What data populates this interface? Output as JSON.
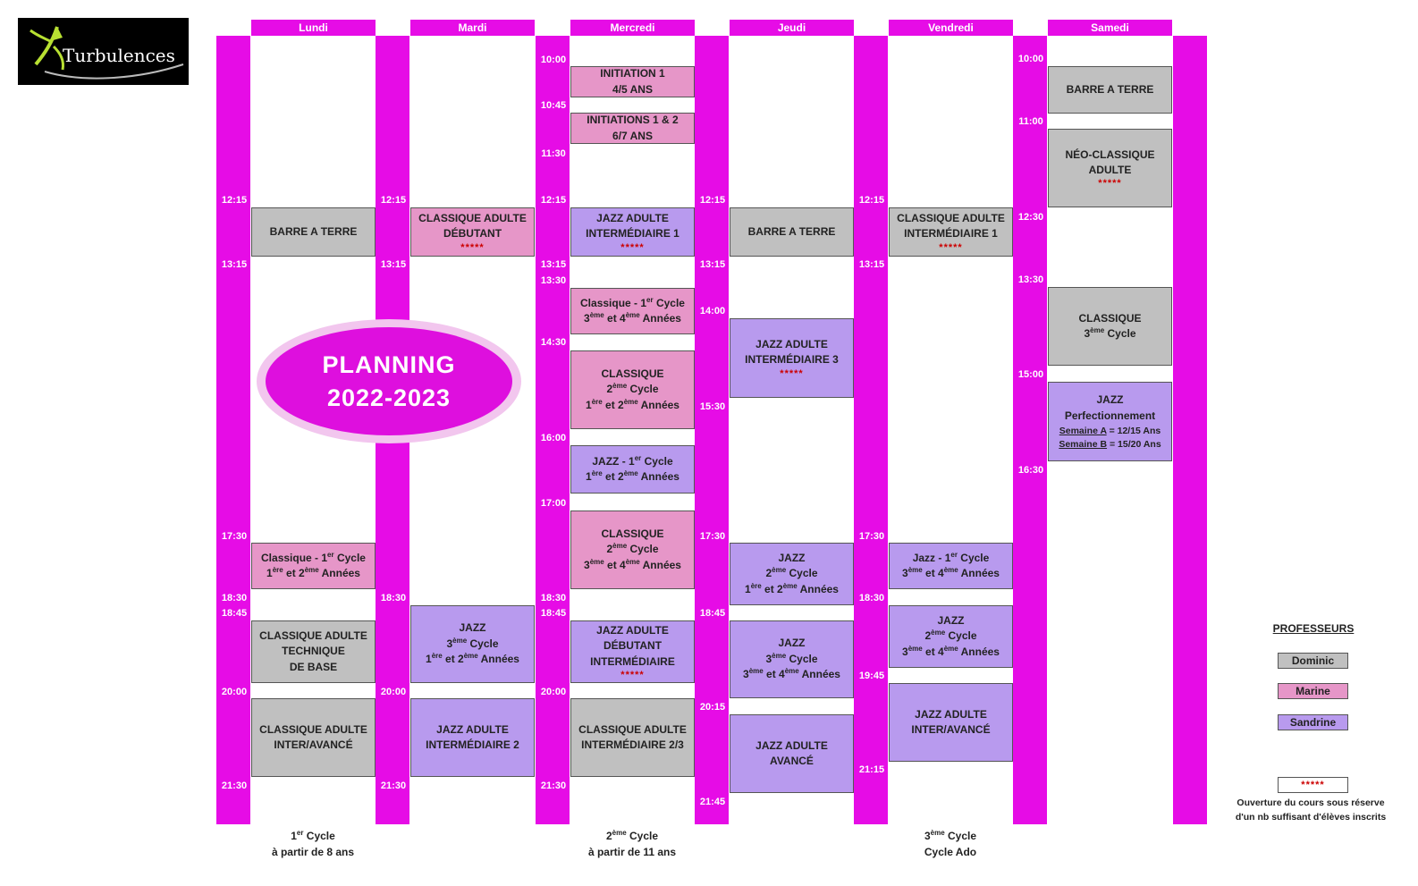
{
  "brand": {
    "name": "Turbulences"
  },
  "days": [
    "Lundi",
    "Mardi",
    "Mercredi",
    "Jeudi",
    "Vendredi",
    "Samedi"
  ],
  "title": {
    "line1": "PLANNING",
    "line2": "2022-2023"
  },
  "times": {
    "c1": [
      "12:15",
      "13:15",
      "17:30",
      "18:30",
      "18:45",
      "20:00",
      "21:30"
    ],
    "c2": [
      "12:15",
      "13:15",
      "18:30",
      "20:00",
      "21:30"
    ],
    "c3": [
      "10:00",
      "10:45",
      "11:30",
      "12:15",
      "13:15",
      "13:30",
      "14:30",
      "16:00",
      "17:00",
      "18:30",
      "18:45",
      "20:00",
      "21:30"
    ],
    "c4": [
      "12:15",
      "13:15",
      "14:00",
      "15:30",
      "17:30",
      "18:45",
      "20:15",
      "21:45"
    ],
    "c5": [
      "12:15",
      "13:15",
      "17:30",
      "18:30",
      "19:45",
      "21:15"
    ],
    "c6": [
      "10:00",
      "11:00",
      "12:30",
      "13:30",
      "15:00",
      "16:30"
    ]
  },
  "classes": {
    "lundi": [
      "BARRE A TERRE",
      {
        "a": "Classique - 1",
        "sup": "er",
        "b": " Cycle",
        "c": "1",
        "csup": "ère",
        "d": " et 2",
        "dsup": "ème",
        "e": " Années"
      },
      [
        "CLASSIQUE ADULTE",
        "TECHNIQUE",
        "DE BASE"
      ],
      [
        "CLASSIQUE ADULTE",
        "INTER/AVANCÉ"
      ]
    ],
    "mardi": [
      [
        "CLASSIQUE ADULTE",
        "DÉBUTANT"
      ],
      {
        "title": "JAZZ",
        "n": "3",
        "nsup": "ème",
        "cyc": " Cycle",
        "c": "1",
        "csup": "ère",
        "d": " et 2",
        "dsup": "ème",
        "e": " Années"
      },
      [
        "JAZZ ADULTE",
        "INTERMÉDIAIRE 2"
      ]
    ],
    "mercredi": [
      [
        "INITIATION 1",
        "4/5 ANS"
      ],
      [
        "INITIATIONS 1 & 2",
        "6/7 ANS"
      ],
      [
        "JAZZ ADULTE",
        "INTERMÉDIAIRE 1"
      ],
      {
        "a": "Classique - 1",
        "sup": "er",
        "b": " Cycle",
        "c": "3",
        "csup": "ème",
        "d": " et 4",
        "dsup": "ème",
        "e": " Années"
      },
      {
        "title": "CLASSIQUE",
        "n": "2",
        "nsup": "ème",
        "cyc": " Cycle",
        "c": "1",
        "csup": "ère",
        "d": " et 2",
        "dsup": "ème",
        "e": " Années"
      },
      {
        "a": "JAZZ - 1",
        "sup": "er",
        "b": " Cycle",
        "c": "1",
        "csup": "ère",
        "d": " et 2",
        "dsup": "ème",
        "e": " Années"
      },
      {
        "title": "CLASSIQUE",
        "n": "2",
        "nsup": "ème",
        "cyc": " Cycle",
        "c": "3",
        "csup": "ème",
        "d": " et 4",
        "dsup": "ème",
        "e": " Années"
      },
      [
        "JAZZ ADULTE",
        "DÉBUTANT",
        "INTERMÉDIAIRE"
      ],
      [
        "CLASSIQUE ADULTE",
        "INTERMÉDIAIRE 2/3"
      ]
    ],
    "jeudi": [
      "BARRE A TERRE",
      [
        "JAZZ ADULTE",
        "INTERMÉDIAIRE 3"
      ],
      {
        "title": "JAZZ",
        "n": "2",
        "nsup": "ème",
        "cyc": " Cycle",
        "c": "1",
        "csup": "ère",
        "d": " et 2",
        "dsup": "ème",
        "e": " Années"
      },
      {
        "title": "JAZZ",
        "n": "3",
        "nsup": "ème",
        "cyc": " Cycle",
        "c": "3",
        "csup": "ème",
        "d": " et 4",
        "dsup": "ème",
        "e": " Années"
      },
      [
        "JAZZ ADULTE",
        "AVANCÉ"
      ]
    ],
    "vendredi": [
      [
        "CLASSIQUE ADULTE",
        "INTERMÉDIAIRE 1"
      ],
      {
        "a": "Jazz - 1",
        "sup": "er",
        "b": " Cycle",
        "c": "3",
        "csup": "ème",
        "d": " et 4",
        "dsup": "ème",
        "e": " Années"
      },
      {
        "title": "JAZZ",
        "n": "2",
        "nsup": "ème",
        "cyc": " Cycle",
        "c": "3",
        "csup": "ème",
        "d": " et 4",
        "dsup": "ème",
        "e": " Années"
      },
      [
        "JAZZ ADULTE",
        "INTER/AVANCÉ"
      ]
    ],
    "samedi": [
      "BARRE A TERRE",
      [
        "NÉO-CLASSIQUE",
        "ADULTE"
      ],
      {
        "title": "CLASSIQUE",
        "n": "3",
        "nsup": "ème",
        "cyc": " Cycle"
      },
      {
        "l1": "JAZZ",
        "l2": "Perfectionnement",
        "a1": "Semaine A",
        "a2": " = 12/15 Ans",
        "b1": "Semaine B",
        "b2": " = 15/20 Ans"
      }
    ]
  },
  "stars": "*****",
  "legend": {
    "title": "PROFESSEURS",
    "teachers": [
      {
        "name": "Dominic",
        "color": "#c0c0c0"
      },
      {
        "name": "Marine",
        "color": "#e696c8"
      },
      {
        "name": "Sandrine",
        "color": "#b89aee"
      }
    ],
    "note_line1": "Ouverture du cours sous réserve",
    "note_line2": "d'un nb suffisant d'élèves inscrits"
  },
  "footer": [
    {
      "num": "1",
      "sup": "er",
      "word": " Cycle",
      "line2": "à partir de 8 ans"
    },
    {
      "num": "2",
      "sup": "ème",
      "word": " Cycle",
      "line2": "à partir de 11 ans"
    },
    {
      "num": "3",
      "sup": "ème",
      "word": " Cycle",
      "line2": "Cycle Ado"
    }
  ],
  "colors": {
    "bar": "#e60ce6",
    "dominic": "#c0c0c0",
    "marine": "#e696c8",
    "sandrine": "#b89aee",
    "stars": "#cc0000"
  }
}
